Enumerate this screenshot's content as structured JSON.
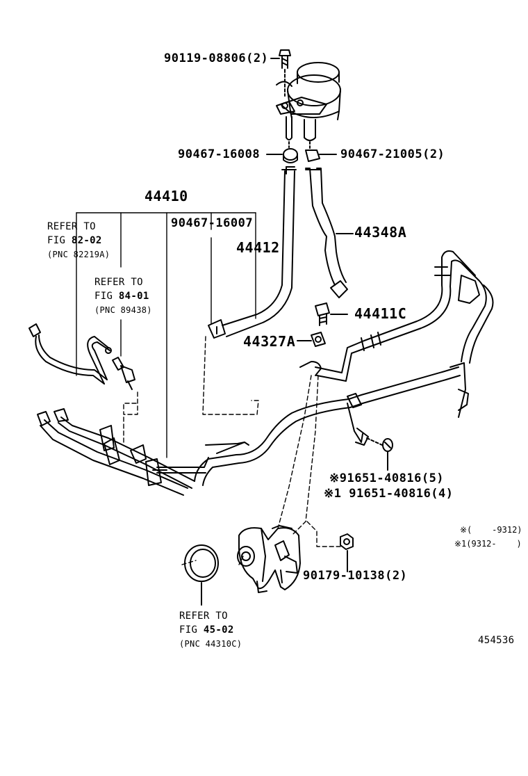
{
  "labels": {
    "bolt_top": "90119-08806(2)",
    "clamp_left": "90467-16008",
    "clamp_right": "90467-21005(2)",
    "pnc_44410": "44410",
    "clamp_mid": "90467-16007",
    "hose_44412": "44412",
    "hose_44348a": "44348A",
    "bolt_44411c": "44411C",
    "gasket_44327a": "44327A",
    "nut_1": "※91651-40816(5)",
    "nut_2": "※1 91651-40816(4)",
    "nut_pump": "90179-10138(2)",
    "figure_number": "454536"
  },
  "references": [
    {
      "line1": "REFER TO",
      "fig_prefix": "FIG",
      "fig": "82-02",
      "pnc": "(PNC 82219A)"
    },
    {
      "line1": "REFER TO",
      "fig_prefix": "FIG",
      "fig": "84-01",
      "pnc": "(PNC 89438)"
    },
    {
      "line1": "REFER TO",
      "fig_prefix": "FIG",
      "fig": "45-02",
      "pnc": "(PNC 44310C)"
    }
  ],
  "legend": {
    "row1": "※(    -9312)",
    "row2": "※1(9312-    )"
  }
}
